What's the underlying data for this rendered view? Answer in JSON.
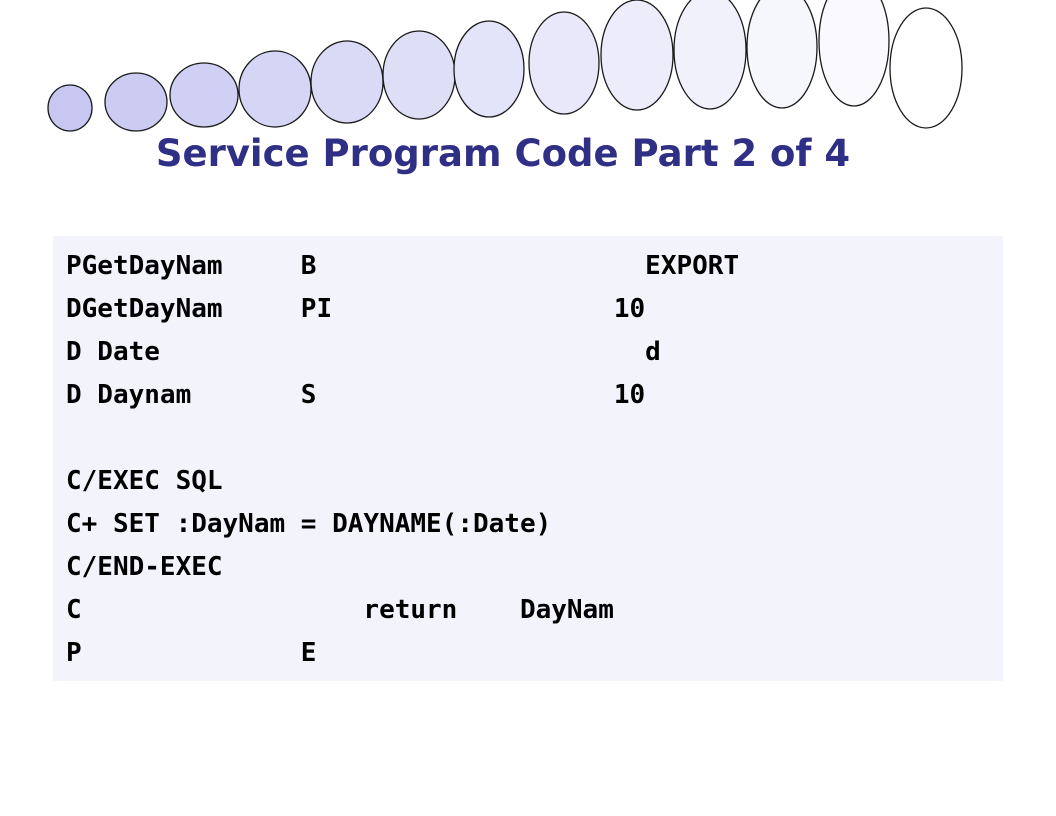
{
  "slide": {
    "title": "Service Program Code Part 2 of 4"
  },
  "code": {
    "lines": [
      "PGetDayNam     B                     EXPORT",
      "DGetDayNam     PI                  10",
      "D Date                               d",
      "D Daynam       S                   10",
      "",
      "C/EXEC SQL",
      "C+ SET :DayNam = DAYNAME(:Date)",
      "C/END-EXEC",
      "C                  return    DayNam",
      "P              E"
    ]
  },
  "colors": {
    "title": "#2f2f86",
    "panel_background": "#f3f3fc",
    "oval_outline": "#1a1a1a",
    "oval_fill_start": "#c7c7f2",
    "oval_fill_end": "#ffffff"
  }
}
